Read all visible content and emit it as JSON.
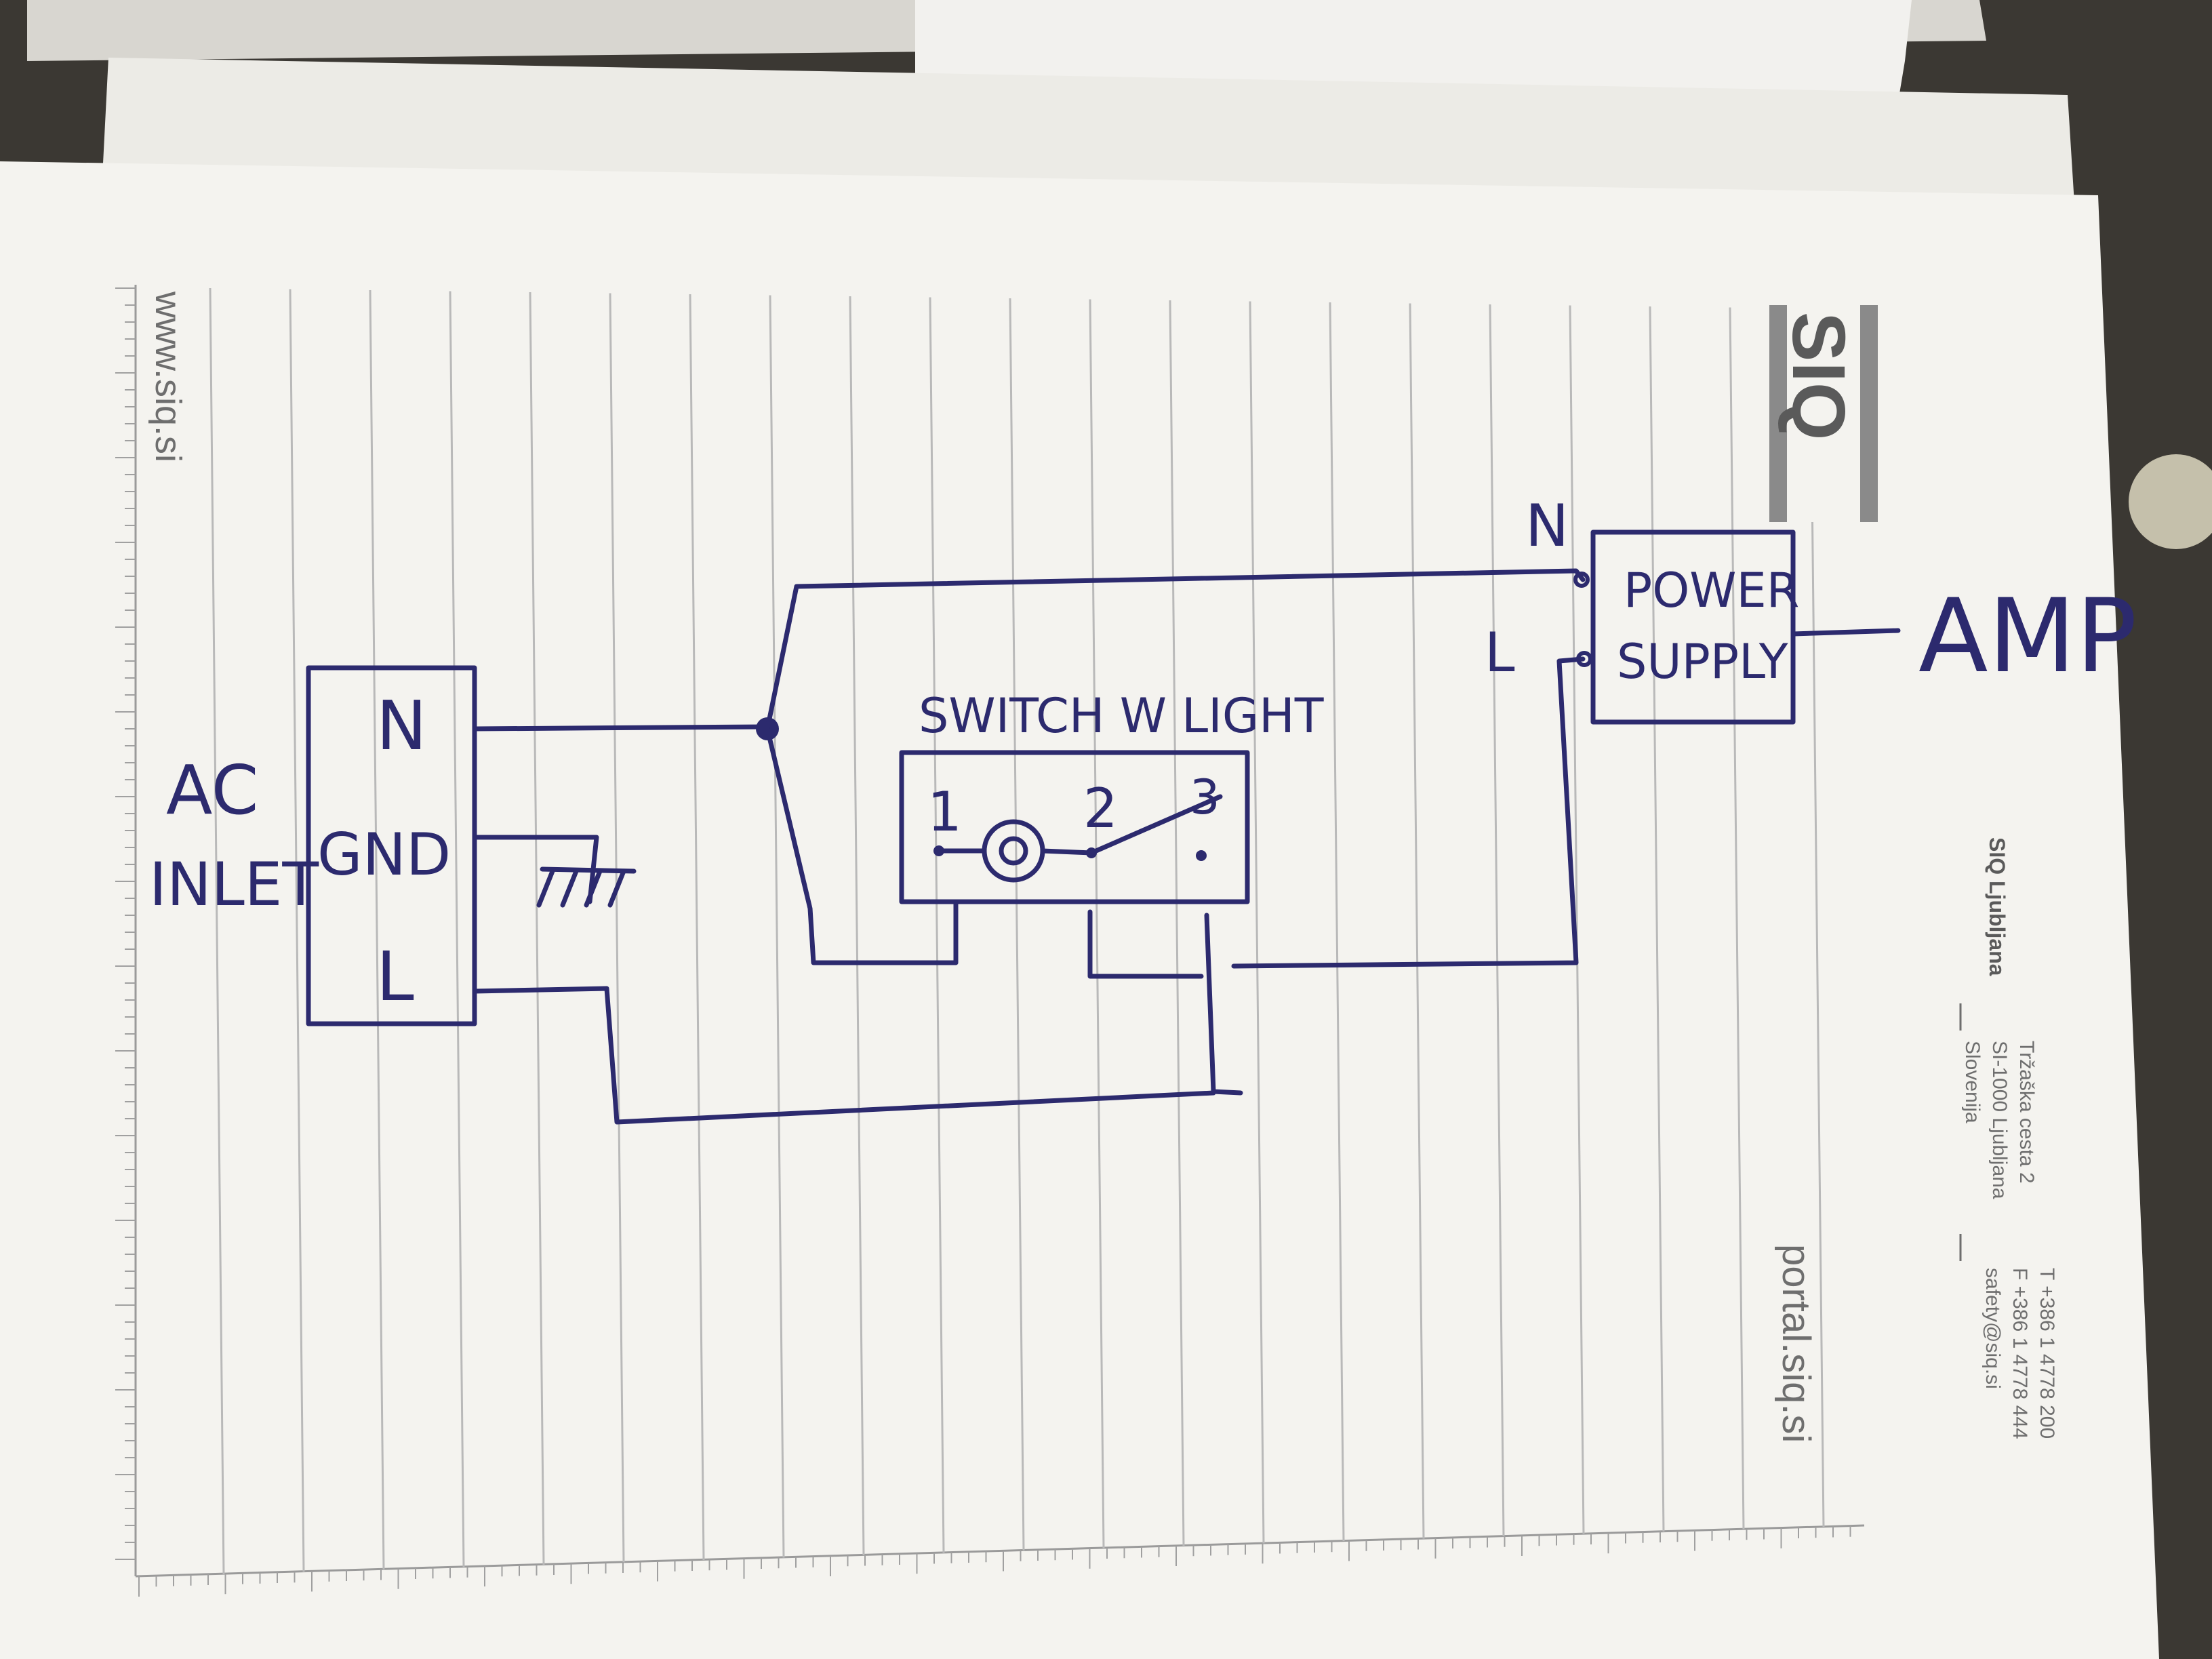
{
  "diagram": {
    "ac_inlet": {
      "label_top": "AC",
      "label_bottom": "INLET",
      "pin_n": "N",
      "pin_gnd": "GND",
      "pin_l": "L"
    },
    "switch": {
      "title": "SWITCH W LIGHT",
      "pin1": "1",
      "pin2": "2",
      "pin3": "3"
    },
    "power_supply": {
      "line1": "POWER",
      "line2": "SUPPLY",
      "input_n": "N",
      "input_l": "L"
    },
    "output": {
      "label": "AMP"
    }
  },
  "notepad": {
    "website_left": "www.siq.si",
    "website_right": "portal.siq.si",
    "company": "SIQ Ljubljana",
    "address_line1": "Tržaška cesta 2",
    "address_line2": "SI-1000 Ljubljana",
    "address_line3": "Slovenija",
    "phone": "T  +386 1 4778 200",
    "fax": "F  +386 1 4778 444",
    "email": "safety@siq.si",
    "logo_text": "SIQ"
  },
  "colors": {
    "ink": "#2c2a6e",
    "paper": "#f4f3ef",
    "lines": "#b9b9b9",
    "counter": "#3b3833"
  }
}
